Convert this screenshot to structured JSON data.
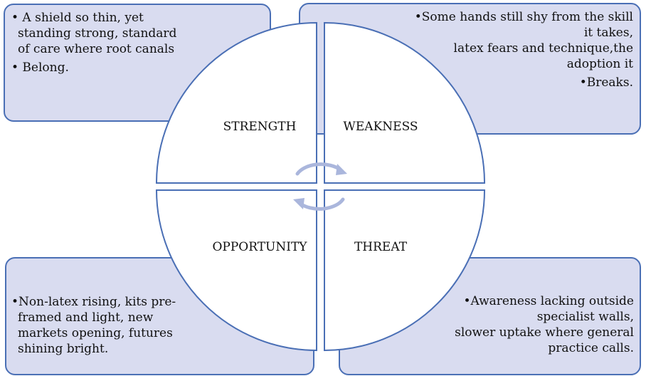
{
  "colors": {
    "box_fill": "#d9dcf0",
    "border": "#4a6fb5",
    "arrow": "#aab6dc",
    "circle_fill": "#ffffff"
  },
  "quadrants": {
    "strength": {
      "label": "STRENGTH",
      "lines": [
        "• A shield so thin, yet",
        "standing strong, standard",
        "of care where root canals",
        "•  Belong."
      ]
    },
    "weakness": {
      "label": "WEAKNESS",
      "lines": [
        "•Some hands still shy from the skill",
        "it takes,",
        "latex fears and technique,the",
        "adoption it",
        "•Breaks."
      ]
    },
    "opportunity": {
      "label": "OPPORTUNITY",
      "lines": [
        "•Non-latex rising, kits pre-",
        "framed and light, new",
        "markets opening, futures",
        "shining bright."
      ]
    },
    "threat": {
      "label": "THREAT",
      "lines": [
        "•Awareness lacking outside",
        "specialist walls,",
        "slower uptake where general",
        "practice calls."
      ]
    }
  },
  "icons": {
    "cycle": "circular-arrows-icon"
  }
}
